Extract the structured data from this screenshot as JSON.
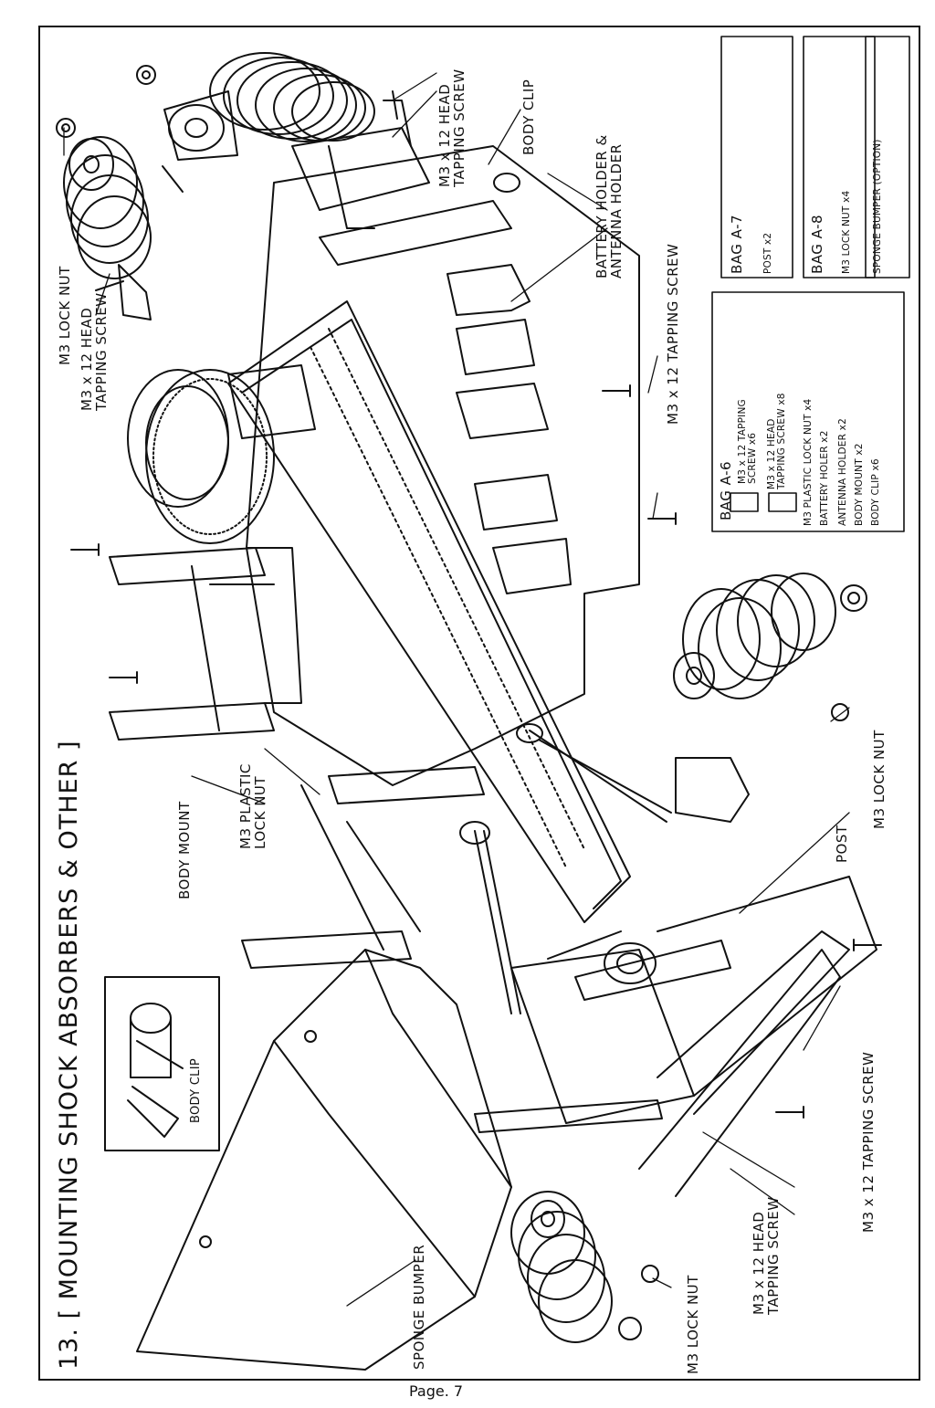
{
  "title": "13. [ MOUNTING SHOCK ABSORBERS & OTHER ]",
  "footer": "Page. 7",
  "labels": {
    "m3_lock_nut_top": "M3 LOCK NUT",
    "head_screw_top_left": "M3 x 12 HEAD\nTAPPING SCREW",
    "head_screw_top_right": "M3 x 12 HEAD\nTAPPING SCREW",
    "body_clip_top": "BODY CLIP",
    "battery_holder": "BATTERY HOLDER &\nANTENNA HOLDER",
    "tapping_screw_right": "M3 x 12 TAPPING SCREW",
    "body_mount": "BODY MOUNT",
    "plastic_lock_nut": "M3 PLASTIC\nLOCK NUT",
    "post": "POST",
    "m3_lock_nut_right": "M3 LOCK NUT",
    "tapping_screw_bottom": "M3 x 12 TAPPING SCREW",
    "head_screw_bottom": "M3 x 12 HEAD\nTAPPING SCREW",
    "m3_lock_nut_bottom": "M3 LOCK NUT",
    "sponge_bumper": "SPONGE BUMPER",
    "body_clip_inset": "BODY CLIP"
  },
  "parts_bags": [
    {
      "title": "BAG A-6",
      "items": [
        "M3 x 12 TAPPING\nSCREW x6",
        "M3 x 12 HEAD\nTAPPING SCREW x8",
        "M3 PLASTIC LOCK NUT x4",
        "BATTERY HOLER x2",
        "ANTENNA HOLDER x2",
        "BODY MOUNT x2",
        "BODY CLIP x6"
      ]
    },
    {
      "title": "BAG A-7",
      "items": [
        "POST x2"
      ]
    },
    {
      "title": "BAG A-8",
      "items": [
        "M3 LOCK NUT x4"
      ]
    },
    {
      "title": "SPONGE BUMPER (OPTION)",
      "items": []
    }
  ],
  "icons": [
    "shock-absorber-icon",
    "lock-nut-icon",
    "tapping-screw-icon",
    "head-screw-icon",
    "body-clip-icon"
  ]
}
